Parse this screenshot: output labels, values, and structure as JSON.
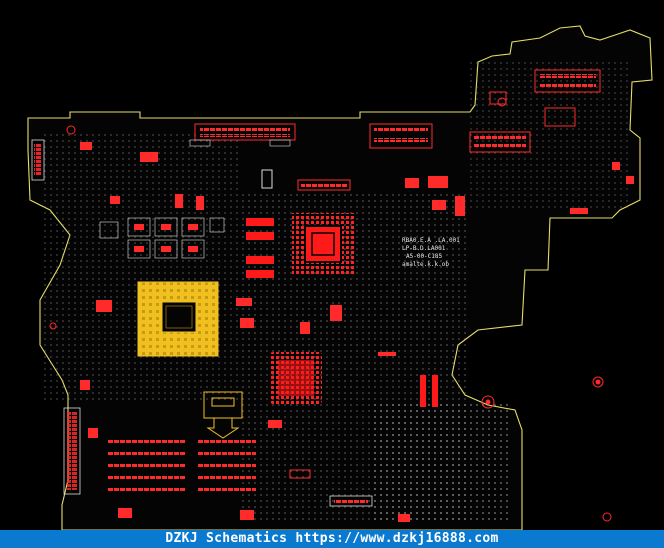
{
  "footer": {
    "text": "DZKJ Schematics https://www.dzkj16888.com"
  },
  "board_label": {
    "line1": "RBA0.E.A .LA.001",
    "line2": "LP-B.D.LA001",
    "line3": "A5-00-C185",
    "line4": "amalte.k.k.ob"
  },
  "colors": {
    "background": "#000000",
    "outline": "#e6dc6a",
    "component": "#ff1a1a",
    "cpu": "#f0c020",
    "pad": "#d8d8d8",
    "footer_bg": "#0a7ad0"
  }
}
